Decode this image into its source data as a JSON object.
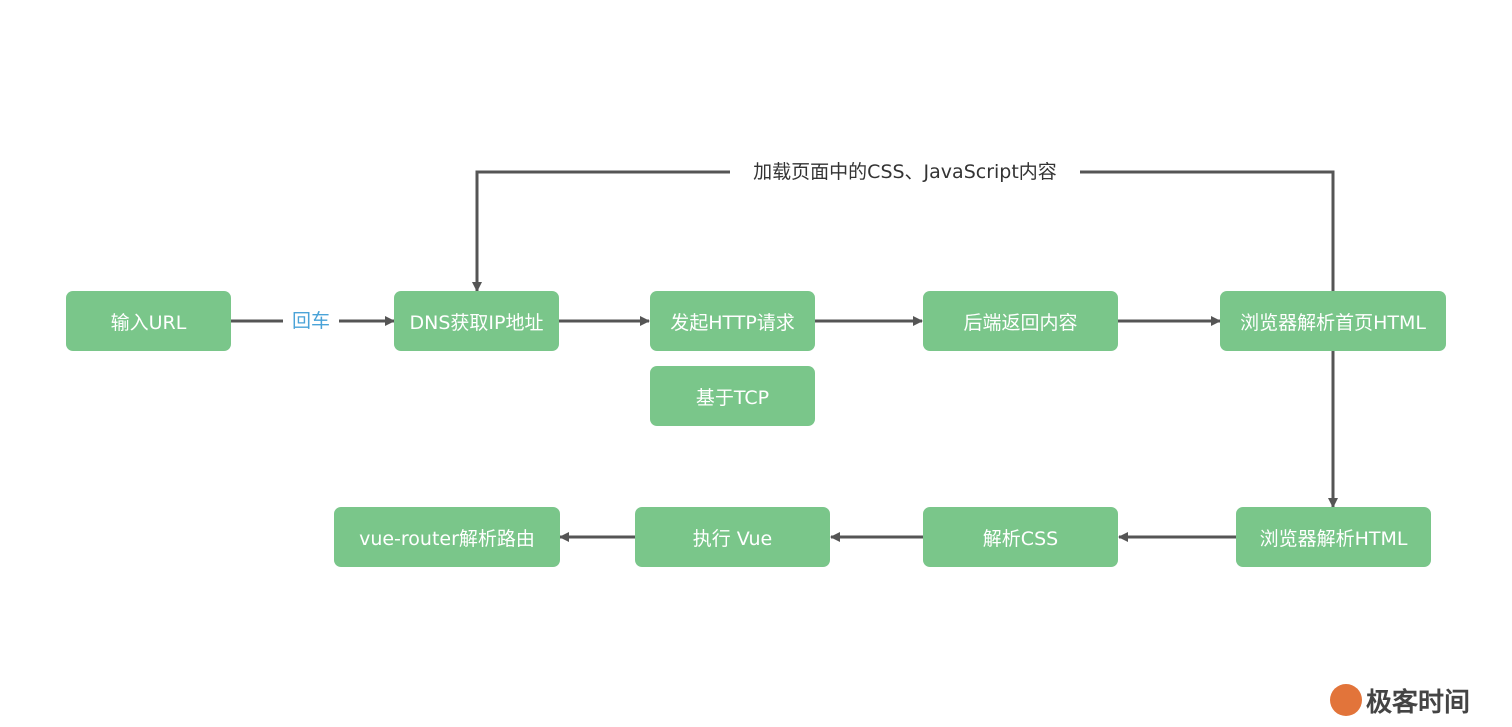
{
  "nodes": {
    "input_url": "输入URL",
    "dns": "DNS获取IP地址",
    "http_request": "发起HTTP请求",
    "tcp": "基于TCP",
    "backend_return": "后端返回内容",
    "parse_home": "浏览器解析首页HTML",
    "parse_html": "浏览器解析HTML",
    "parse_css": "解析CSS",
    "exec_vue": "执行 Vue",
    "vue_router": "vue-router解析路由"
  },
  "edge_labels": {
    "enter": "回车",
    "load_resources": "加载页面中的CSS、JavaScript内容"
  },
  "watermark": {
    "brand": "极客时间"
  },
  "colors": {
    "node_fill": "#7ac68a",
    "node_text": "#ffffff",
    "arrow": "#555555",
    "enter_label": "#4aa3d8",
    "label_text": "#333333",
    "watermark_logo": "#e2743a"
  }
}
